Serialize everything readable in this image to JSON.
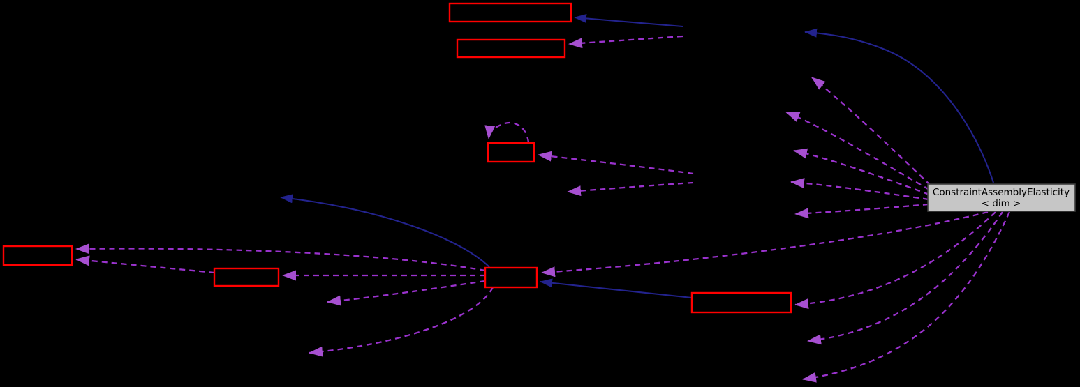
{
  "diagram": {
    "type": "collaboration-graph",
    "background_color": "#000000",
    "main_node": {
      "label_line1": "ConstraintAssemblyElasticity",
      "label_line2": "< dim >",
      "fill_color": "#c6c6c6",
      "border_color": "#3d3d3d",
      "text_color": "#000000"
    },
    "colors": {
      "related_node_border": "#ff0000",
      "related_node_fill": "#000000",
      "inheritance_edge_color": "#23238e",
      "usage_edge_color": "#9a32cd",
      "usage_arrowhead_color": "#a64fd0",
      "inheritance_arrowhead_color": "#23238e"
    }
  }
}
